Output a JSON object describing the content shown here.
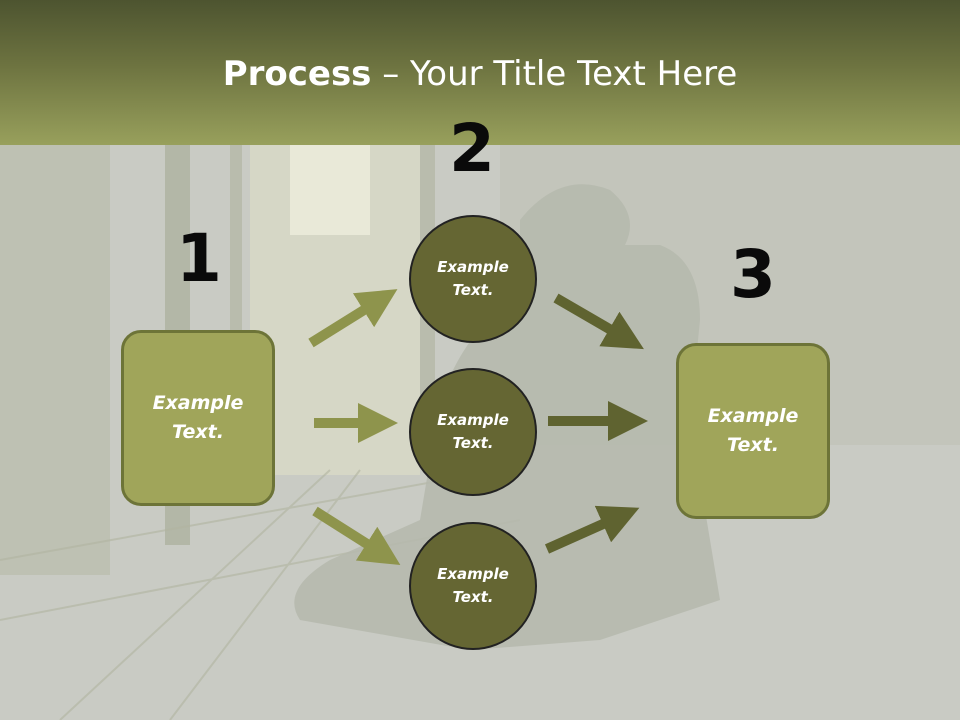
{
  "title": {
    "bold": "Process",
    "rest": " – Your Title Text Here"
  },
  "steps": {
    "one": {
      "number": "1",
      "text": "Example Text."
    },
    "two": {
      "number": "2"
    },
    "three": {
      "number": "3",
      "text": "Example Text."
    }
  },
  "circles": [
    {
      "text": "Example Text."
    },
    {
      "text": "Example Text."
    },
    {
      "text": "Example Text."
    }
  ],
  "colors": {
    "header_dark": "#4d5430",
    "header_light": "#98a05c",
    "box_fill": "#a0a55a",
    "circle_fill": "#656633",
    "arrow_light": "#8e944c",
    "arrow_dark": "#5f6330"
  }
}
